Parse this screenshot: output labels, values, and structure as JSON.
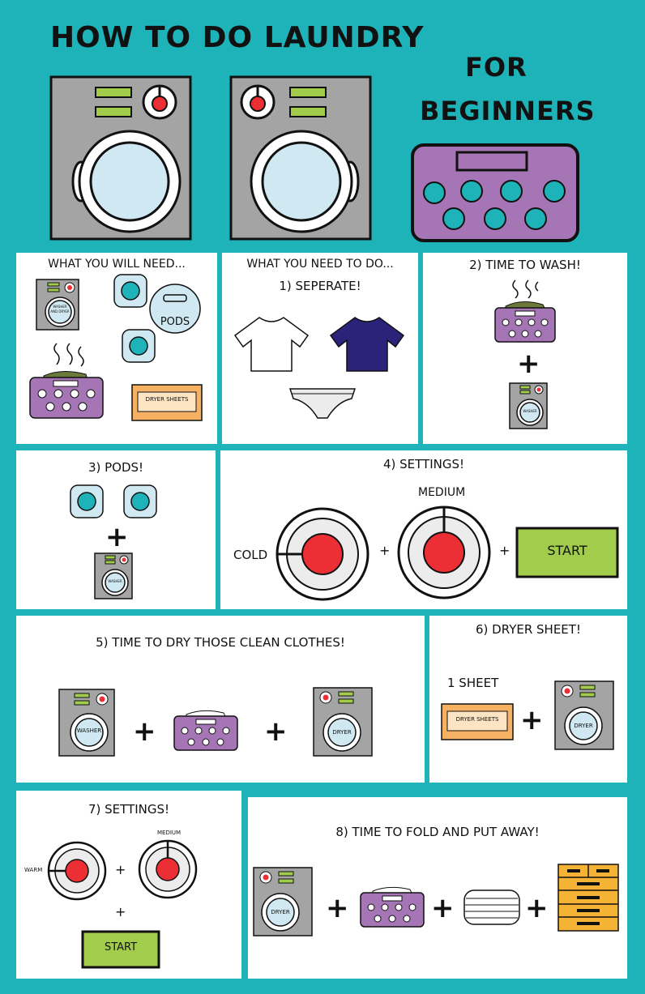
{
  "header": {
    "title": "HOW TO DO LAUNDRY",
    "subtitle_line1": "FOR",
    "subtitle_line2": "BEGINNERS"
  },
  "colors": {
    "background": "#1eb3b8",
    "panel": "#ffffff",
    "machine_gray": "#a4a4a4",
    "indicator_green": "#a2cc4c",
    "dial_red": "#ec2f35",
    "window_blue": "#cfe8f1",
    "basket_purple": "#a675b5",
    "pod_teal": "#1eb3b8",
    "sheet_orange": "#f6b163",
    "drawer_yellow": "#f4b334",
    "shirt_navy": "#2b237a"
  },
  "panels": {
    "need": {
      "heading": "WHAT YOU WILL NEED...",
      "washer_label": "WASHER AND DRYER",
      "pods_label": "PODS",
      "sheet_label": "DRYER SHEETS"
    },
    "separate": {
      "heading": "WHAT YOU NEED TO DO...",
      "step": "1) SEPERATE!"
    },
    "wash": {
      "heading": "2) TIME TO WASH!",
      "washer_label": "WASHER",
      "plus": "+"
    },
    "pods": {
      "heading": "3) PODS!",
      "washer_label": "WASHER",
      "plus": "+"
    },
    "settings": {
      "heading": "4) SETTINGS!",
      "cold": "COLD",
      "medium": "MEDIUM",
      "start": "START",
      "plus": "+"
    },
    "dry": {
      "heading": "5) TIME TO DRY THOSE CLEAN CLOTHES!",
      "washer_label": "WASHER",
      "dryer_label": "DRYER",
      "plus": "+"
    },
    "sheet": {
      "heading": "6) DRYER SHEET!",
      "count": "1 SHEET",
      "sheet_label": "DRYER SHEETS",
      "dryer_label": "DRYER",
      "plus": "+"
    },
    "settings2": {
      "heading": "7) SETTINGS!",
      "warm": "WARM",
      "medium": "MEDIUM",
      "start": "START",
      "plus": "+"
    },
    "fold": {
      "heading": "8) TIME TO FOLD AND PUT AWAY!",
      "dryer_label": "DRYER",
      "plus": "+"
    }
  }
}
